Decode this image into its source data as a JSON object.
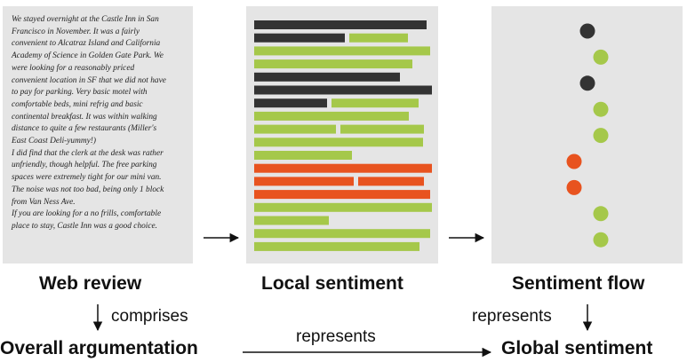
{
  "review_lines": [
    "We stayed overnight at the Castle Inn in San",
    "Francisco in November. It was a fairly",
    "convenient to Alcatraz Island and California",
    "Academy of Science in Golden Gate Park. We",
    "were looking for a reasonably priced",
    "convenient location in SF that we did not have",
    "to pay for parking.  Very basic motel with",
    "comfortable beds, mini refrig and basic",
    "continental breakfast. It was within walking",
    "distance to quite a few restaurants (Miller's",
    "East Coast Deli-yummy!)",
    "I did find that the clerk at the desk was rather",
    "unfriendly, though helpful. The free parking",
    "spaces were extremely tight for our mini van.",
    "The noise was not too bad, being only 1 block",
    "from Van Ness Ave.",
    "If you are looking for a no frills, comfortable",
    "place to stay, Castle Inn was a good choice."
  ],
  "colors": {
    "neutral": "#333333",
    "positive": "#a5c84a",
    "negative": "#e8531f",
    "panel": "#e5e5e5",
    "text": "#111111"
  },
  "local_sentiment_bars": [
    [
      {
        "s": "neutral",
        "len": 0.97
      }
    ],
    [
      {
        "s": "neutral",
        "len": 0.51
      },
      {
        "s": "positive",
        "len": 0.33
      }
    ],
    [
      {
        "s": "positive",
        "len": 0.99
      }
    ],
    [
      {
        "s": "positive",
        "len": 0.89
      }
    ],
    [
      {
        "s": "neutral",
        "len": 0.82
      }
    ],
    [
      {
        "s": "neutral",
        "len": 1.0
      }
    ],
    [
      {
        "s": "neutral",
        "len": 0.41
      },
      {
        "s": "positive",
        "len": 0.49
      }
    ],
    [
      {
        "s": "positive",
        "len": 0.87
      }
    ],
    [
      {
        "s": "positive",
        "len": 0.46
      },
      {
        "s": "positive",
        "len": 0.47
      }
    ],
    [
      {
        "s": "positive",
        "len": 0.95
      }
    ],
    [
      {
        "s": "positive",
        "len": 0.55
      }
    ],
    [
      {
        "s": "negative",
        "len": 1.0
      }
    ],
    [
      {
        "s": "negative",
        "len": 0.56
      },
      {
        "s": "negative",
        "len": 0.37
      }
    ],
    [
      {
        "s": "negative",
        "len": 0.99
      }
    ],
    [
      {
        "s": "positive",
        "len": 1.0
      }
    ],
    [
      {
        "s": "positive",
        "len": 0.42
      }
    ],
    [
      {
        "s": "positive",
        "len": 0.99
      }
    ],
    [
      {
        "s": "positive",
        "len": 0.93
      }
    ]
  ],
  "sentiment_flow": [
    "neutral",
    "positive",
    "neutral",
    "positive",
    "positive",
    "negative",
    "negative",
    "positive",
    "positive"
  ],
  "labels": {
    "web_review": "Web review",
    "local_sentiment": "Local sentiment",
    "sentiment_flow": "Sentiment flow",
    "overall_argumentation": "Overall argumentation",
    "global_sentiment": "Global sentiment",
    "comprises": "comprises",
    "represents_left": "represents",
    "represents_right": "represents"
  }
}
